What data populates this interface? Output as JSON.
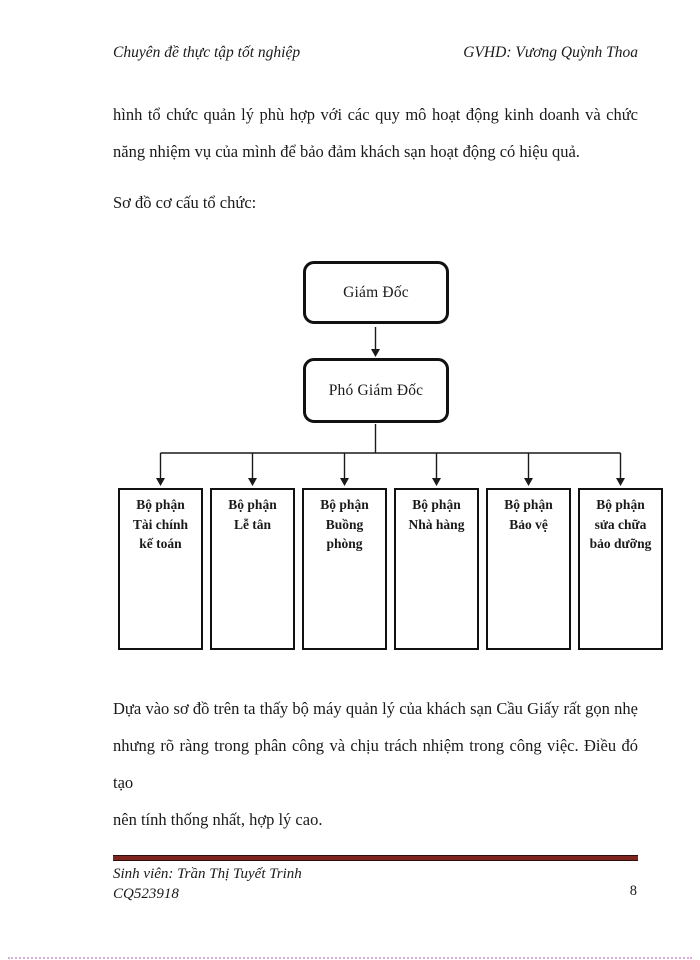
{
  "document": {
    "header": {
      "left": "Chuyên đề thực tập tốt nghiệp",
      "right": "GVHD: Vương Quỳnh Thoa"
    },
    "paragraph1": {
      "line1": "hình tổ chức quản lý phù hợp với các quy mô hoạt động kinh doanh và chức",
      "line2": "năng nhiệm vụ của mình để bảo đảm khách sạn hoạt động có hiệu quả."
    },
    "section_label": "Sơ đồ cơ cấu tổ chức:",
    "paragraph2": {
      "line1": "Dựa vào sơ đồ trên ta thấy bộ máy quản lý của khách sạn Cầu Giấy rất gọn nhẹ",
      "line2": "nhưng rõ ràng trong phân công và chịu trách nhiệm trong công việc. Điều đó tạo",
      "line3": "nên tính thống nhất, hợp lý cao."
    },
    "footer": {
      "student_line": "Sinh viên: Trần Thị Tuyết Trinh",
      "student_id": "CQ523918",
      "page_number": "8"
    }
  },
  "org_chart": {
    "type": "org-chart",
    "title": "Sơ đồ cơ cấu tổ chức",
    "nodes": {
      "director": "Giám Đốc",
      "deputy": "Phó Giám Đốc"
    },
    "departments": [
      {
        "name": "Bộ phận Tài chính kế toán",
        "lines": [
          "Bộ phận",
          "Tài chính",
          "kế toán"
        ]
      },
      {
        "name": "Bộ phận Lễ tân",
        "lines": [
          "Bộ phận",
          "Lễ tân"
        ]
      },
      {
        "name": "Bộ phận Buồng phòng",
        "lines": [
          "Bộ phận",
          "Buồng",
          "phòng"
        ]
      },
      {
        "name": "Bộ phận Nhà hàng",
        "lines": [
          "Bộ phận",
          "Nhà hàng"
        ]
      },
      {
        "name": "Bộ phận Bảo vệ",
        "lines": [
          "Bộ phận",
          "Bảo vệ"
        ]
      },
      {
        "name": "Bộ phận sửa chữa bảo dưỡng",
        "lines": [
          "Bộ phận",
          "sửa chữa",
          "bảo dưỡng"
        ]
      }
    ]
  },
  "colors": {
    "footer_rule": "#7d241f",
    "text": "#1a1a1a",
    "box_border": "#111111"
  }
}
